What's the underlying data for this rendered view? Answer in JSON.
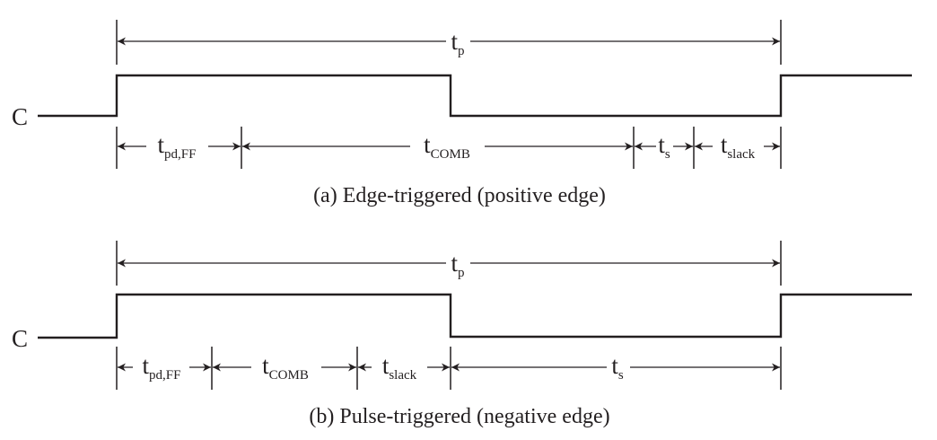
{
  "panel_a": {
    "signal_label": "C",
    "period": {
      "base": "t",
      "sub": "p"
    },
    "segments": [
      {
        "base": "t",
        "sub": "pd,FF"
      },
      {
        "base": "t",
        "sub": "COMB"
      },
      {
        "base": "t",
        "sub": "s"
      },
      {
        "base": "t",
        "sub": "slack"
      }
    ],
    "caption": "(a) Edge-triggered (positive edge)"
  },
  "panel_b": {
    "signal_label": "C",
    "period": {
      "base": "t",
      "sub": "p"
    },
    "segments": [
      {
        "base": "t",
        "sub": "pd,FF"
      },
      {
        "base": "t",
        "sub": "COMB"
      },
      {
        "base": "t",
        "sub": "slack"
      },
      {
        "base": "t",
        "sub": "s"
      }
    ],
    "caption": "(b) Pulse-triggered (negative edge)"
  }
}
